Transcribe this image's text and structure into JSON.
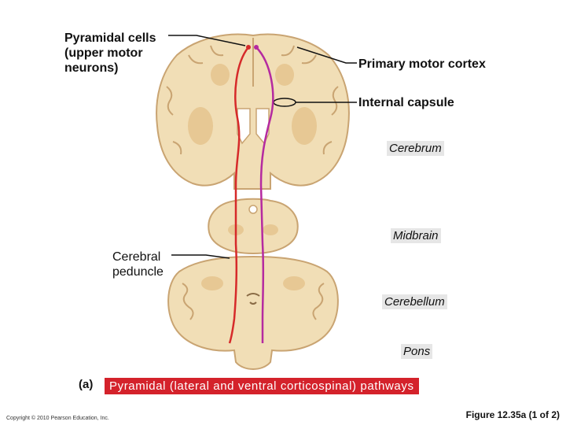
{
  "labels": {
    "pyramidal": "Pyramidal cells\n(upper motor\nneurons)",
    "primary_motor": "Primary motor cortex",
    "internal_capsule": "Internal capsule",
    "cerebrum": "Cerebrum",
    "midbrain": "Midbrain",
    "cerebral_peduncle": "Cerebral\npeduncle",
    "cerebellum": "Cerebellum",
    "pons": "Pons"
  },
  "caption": {
    "letter": "(a)",
    "title": "Pyramidal (lateral and ventral corticospinal) pathways"
  },
  "footer": {
    "copyright": "Copyright © 2010 Pearson Education, Inc.",
    "figure": "Figure 12.35a (1 of 2)"
  },
  "colors": {
    "tissue": "#f1deb6",
    "tissue_dark": "#e7c894",
    "tissue_edge": "#c9a472",
    "pathway_red": "#d62a2a",
    "pathway_magenta": "#b52aa0",
    "caption_bg": "#d4222b",
    "tag_bg": "#e6e6e6"
  }
}
